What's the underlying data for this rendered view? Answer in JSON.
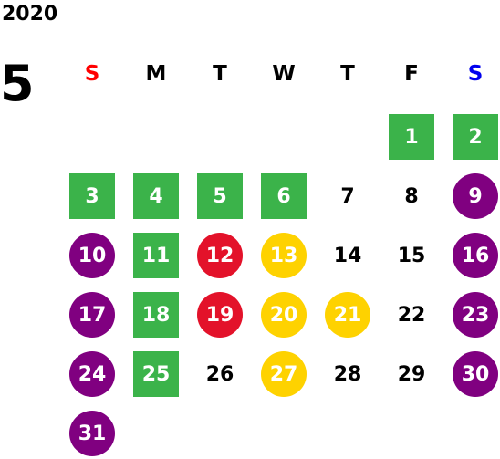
{
  "year": "2020",
  "month": "5",
  "weekdays": [
    {
      "label": "S",
      "color": "#ff0000"
    },
    {
      "label": "M",
      "color": "#000000"
    },
    {
      "label": "T",
      "color": "#000000"
    },
    {
      "label": "W",
      "color": "#000000"
    },
    {
      "label": "T",
      "color": "#000000"
    },
    {
      "label": "F",
      "color": "#000000"
    },
    {
      "label": "S",
      "color": "#0000ee"
    }
  ],
  "legend_colors": {
    "green": "#3bb34a",
    "purple": "#800080",
    "red": "#e3122a",
    "yellow": "#fed200"
  },
  "days": [
    {
      "day": "1",
      "style": "green"
    },
    {
      "day": "2",
      "style": "green"
    },
    {
      "day": "3",
      "style": "green"
    },
    {
      "day": "4",
      "style": "green"
    },
    {
      "day": "5",
      "style": "green"
    },
    {
      "day": "6",
      "style": "green"
    },
    {
      "day": "7",
      "style": "plain"
    },
    {
      "day": "8",
      "style": "plain"
    },
    {
      "day": "9",
      "style": "purple"
    },
    {
      "day": "10",
      "style": "purple"
    },
    {
      "day": "11",
      "style": "green"
    },
    {
      "day": "12",
      "style": "red"
    },
    {
      "day": "13",
      "style": "yellow"
    },
    {
      "day": "14",
      "style": "plain"
    },
    {
      "day": "15",
      "style": "plain"
    },
    {
      "day": "16",
      "style": "purple"
    },
    {
      "day": "17",
      "style": "purple"
    },
    {
      "day": "18",
      "style": "green"
    },
    {
      "day": "19",
      "style": "red"
    },
    {
      "day": "20",
      "style": "yellow"
    },
    {
      "day": "21",
      "style": "yellow"
    },
    {
      "day": "22",
      "style": "plain"
    },
    {
      "day": "23",
      "style": "purple"
    },
    {
      "day": "24",
      "style": "purple"
    },
    {
      "day": "25",
      "style": "green"
    },
    {
      "day": "26",
      "style": "plain"
    },
    {
      "day": "27",
      "style": "yellow"
    },
    {
      "day": "28",
      "style": "plain"
    },
    {
      "day": "29",
      "style": "plain"
    },
    {
      "day": "30",
      "style": "purple"
    },
    {
      "day": "31",
      "style": "purple"
    }
  ]
}
